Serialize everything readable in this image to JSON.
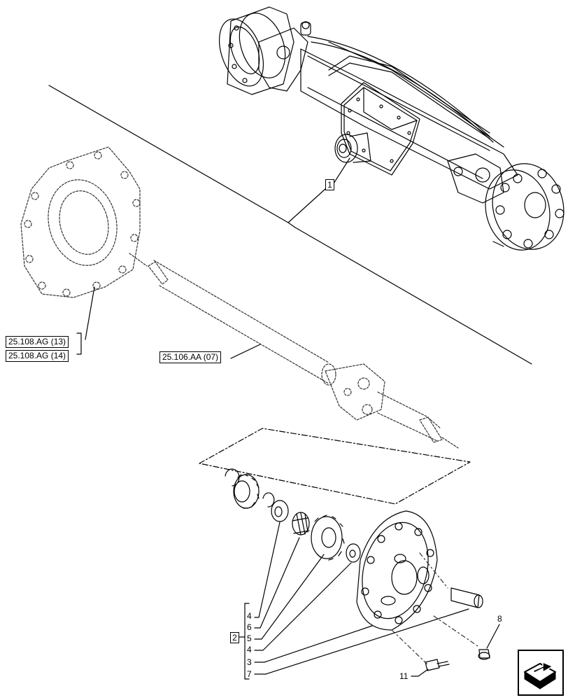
{
  "references": {
    "ref_ag13": "25.108.AG (13)",
    "ref_ag14": "25.108.AG (14)",
    "ref_aa07": "25.106.AA (07)"
  },
  "callouts": {
    "item_1": "1",
    "item_2": "2",
    "bracket_items": [
      "4",
      "6",
      "5",
      "4",
      "3",
      "7"
    ],
    "item_8": "8",
    "item_11": "11"
  },
  "navigation": {
    "icon": "arrow-into-box-icon"
  }
}
